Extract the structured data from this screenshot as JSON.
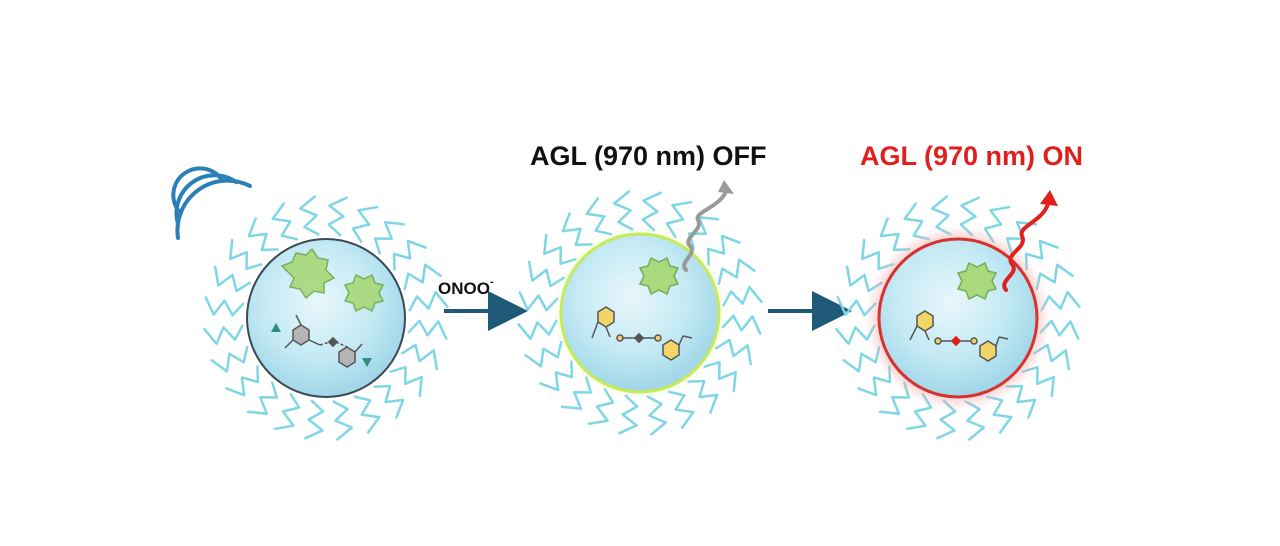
{
  "labels": {
    "reagent": "ONOO",
    "reagent_charge": "-",
    "state_off": "AGL (970 nm) OFF",
    "state_on": "AGL (970 nm) ON"
  },
  "colors": {
    "sphere_fill": "#bfe8f3",
    "sphere_outline_dark": "#3a4a55",
    "sphere_outline_green": "#c6ea5a",
    "sphere_outline_red": "#d8322e",
    "polymer_chain": "#7fd6e6",
    "molecule_green": "#a8d878",
    "ring_yellow": "#f2d469",
    "arrow_blue": "#1f5b78",
    "signal_blue": "#2a7fb8",
    "emission_gray": "#9a9a9a",
    "emission_red": "#e0201c",
    "text_on": "#e0201c"
  },
  "icons": [
    "wireless-signal-icon",
    "emission-arrow-icon"
  ]
}
